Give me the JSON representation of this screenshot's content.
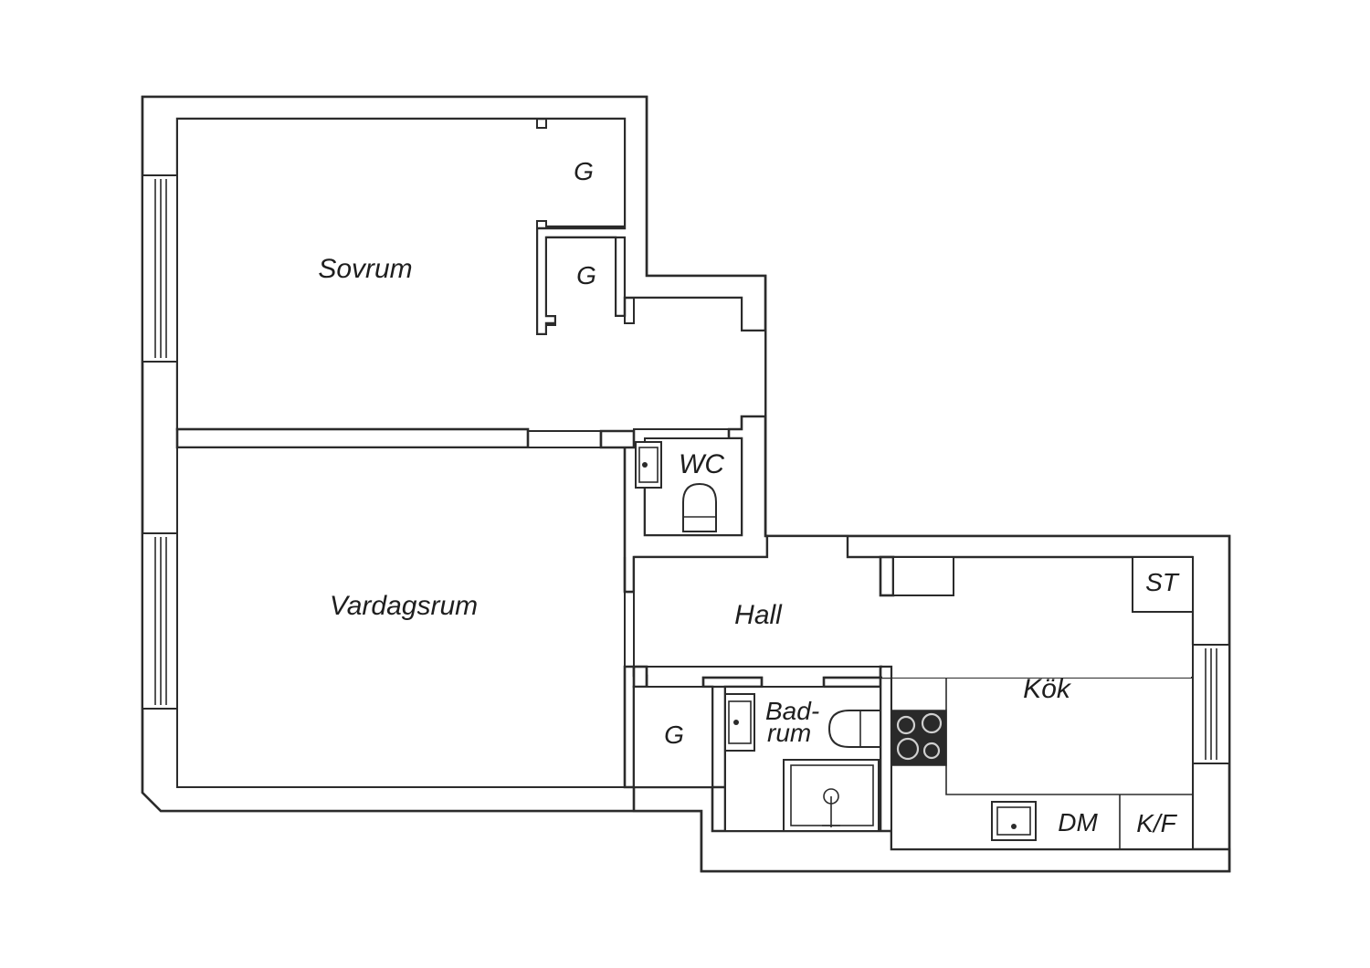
{
  "rooms": {
    "sovrum": "Sovrum",
    "vardagsrum": "Vardagsrum",
    "hall": "Hall",
    "kok": "Kök",
    "wc": "WC",
    "badrum_line1": "Bad-",
    "badrum_line2": "rum",
    "closet_top": "G",
    "closet_mid": "G",
    "closet_hall": "G",
    "st": "ST",
    "dm": "DM",
    "kf": "K/F"
  },
  "colors": {
    "wall_stroke": "#2b2b2b",
    "background": "#ffffff",
    "stove": "#2a2a2a"
  }
}
